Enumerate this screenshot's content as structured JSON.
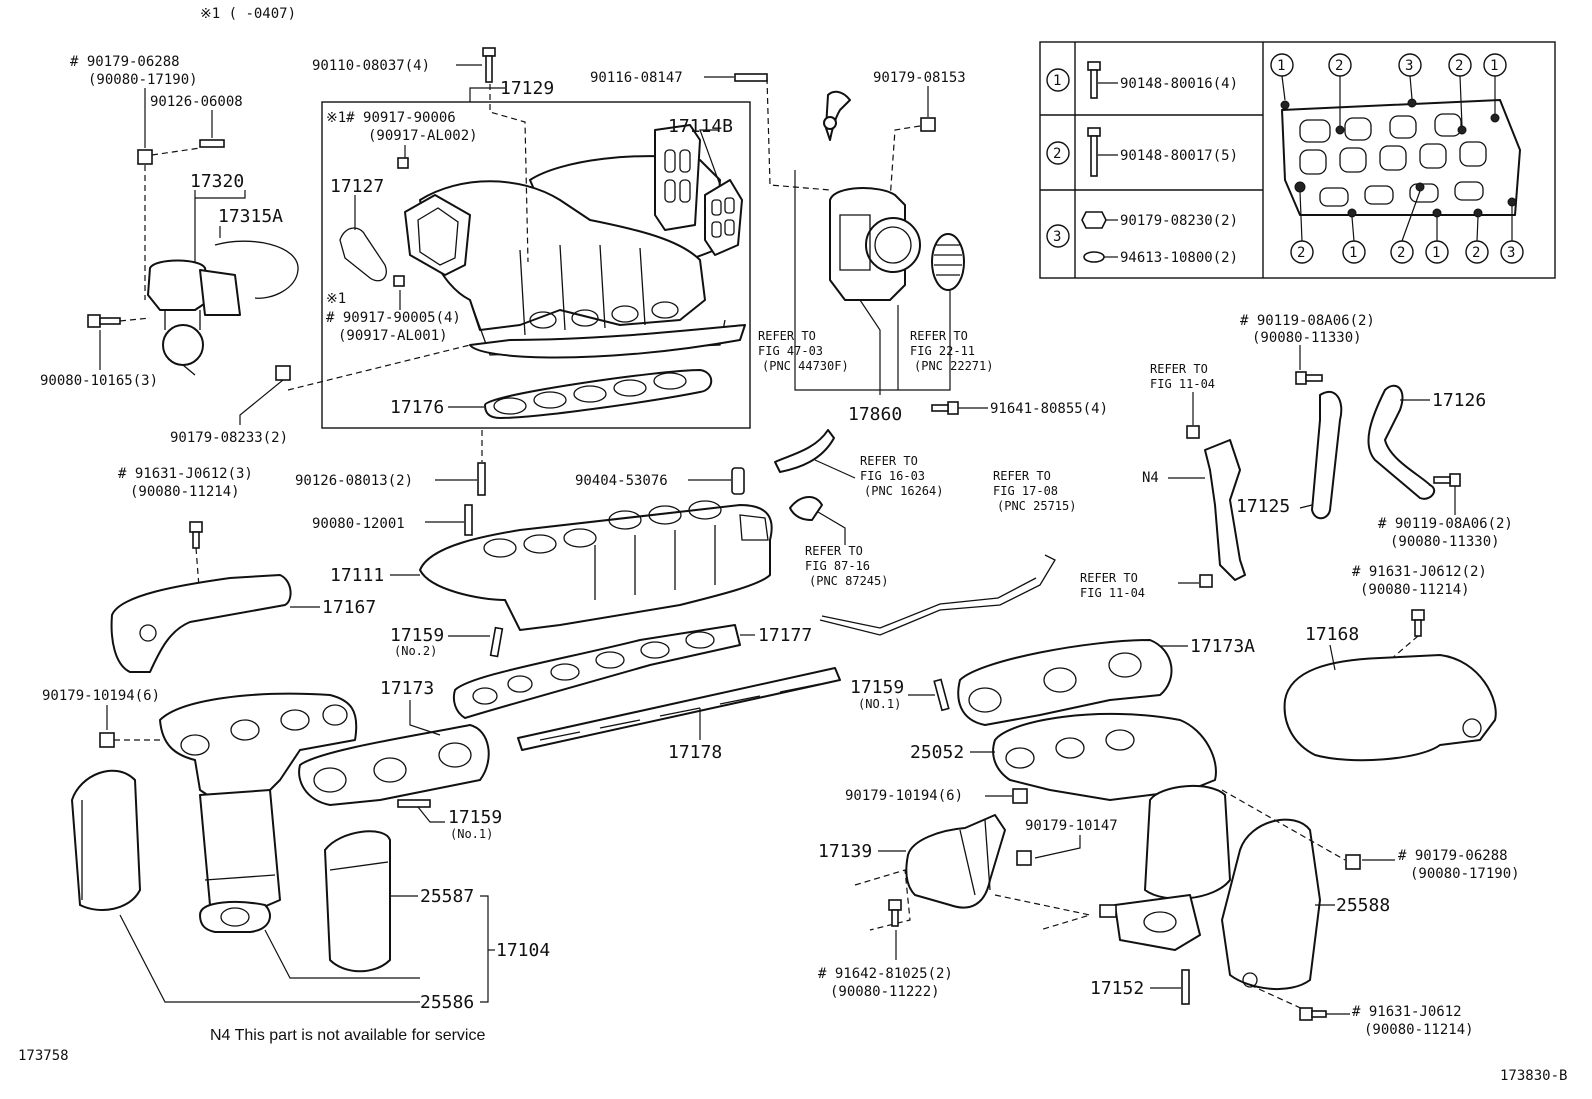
{
  "header_note": "※1 (      -0407)",
  "footer_note": "N4  This part is not available for service",
  "ref_left": "173758",
  "ref_right": "173830-B",
  "labels": {
    "p17129": "17129",
    "p90110_08037": "90110-08037(4)",
    "p90116_08147": "90116-08147",
    "p90179_08153": "90179-08153",
    "p17114B": "17114B",
    "p90917_90006": "※1# 90917-90006",
    "p90917_AL002": "(90917-AL002)",
    "p17127": "17127",
    "x1": "※1",
    "p90917_90005": "# 90917-90005(4)",
    "p90917_AL001": "(90917-AL001)",
    "p17176": "17176",
    "p90179_06288_a": "# 90179-06288",
    "p90080_17190_a": "(90080-17190)",
    "p90126_06008": "90126-06008",
    "p17320": "17320",
    "p17315A": "17315A",
    "p90080_10165": "90080-10165(3)",
    "p90179_08233": "90179-08233(2)",
    "ref47_1": "REFER TO",
    "ref47_2": "FIG 47-03",
    "ref47_3": "(PNC 44730F)",
    "ref22_1": "REFER TO",
    "ref22_2": "FIG 22-11",
    "ref22_3": "(PNC 22271)",
    "p17860": "17860",
    "p91641_80855": "91641-80855(4)",
    "p90126_08013": "90126-08013(2)",
    "p90404_53076": "90404-53076",
    "ref16_1": "REFER TO",
    "ref16_2": "FIG 16-03",
    "ref16_3": "(PNC 16264)",
    "p90080_12001": "90080-12001",
    "ref17_1": "REFER TO",
    "ref17_2": "FIG 17-08",
    "ref17_3": "(PNC 25715)",
    "ref87_1": "REFER TO",
    "ref87_2": "FIG 87-16",
    "ref87_3": "(PNC 87245)",
    "p91631_J0612_3": "# 91631-J0612(3)",
    "p90080_11214_a": "(90080-11214)",
    "p17111": "17111",
    "p17167": "17167",
    "p17159_no2": "17159",
    "no2": "(No.2)",
    "p17177": "17177",
    "p90179_10194_a": "90179-10194(6)",
    "p17173": "17173",
    "p17178": "17178",
    "p17159_no1_a": "17159",
    "no1_a": "(No.1)",
    "p25587": "25587",
    "p17104": "17104",
    "p25586": "25586",
    "ref11a_1": "REFER TO",
    "ref11a_2": "FIG 11-04",
    "n4": "N4",
    "ref11b_1": "REFER TO",
    "ref11b_2": "FIG 11-04",
    "p90119_a": "# 90119-08A06(2)",
    "p90080_11330_a": "(90080-11330)",
    "p17126": "17126",
    "p17125": "17125",
    "p90119_b": "# 90119-08A06(2)",
    "p90080_11330_b": "(90080-11330)",
    "p91631_J0612_2": "# 91631-J0612(2)",
    "p90080_11214_b": "(90080-11214)",
    "p17168": "17168",
    "p17173A": "17173A",
    "p17159_no1_b": "17159",
    "no1_b": "(NO.1)",
    "p25052": "25052",
    "p90179_10194_b": "90179-10194(6)",
    "p90179_10147": "90179-10147",
    "p17139": "17139",
    "p90179_06288_b": "# 90179-06288",
    "p90080_17190_b": "(90080-17190)",
    "p25588": "25588",
    "p91642_81025": "# 91642-81025(2)",
    "p90080_11222": "(90080-11222)",
    "p17152": "17152",
    "p91631_J0612": "# 91631-J0612",
    "p90080_11214_c": "(90080-11214)"
  },
  "bolt_legend": {
    "rows": [
      {
        "num": "1",
        "items": [
          "90148-80016(4)"
        ]
      },
      {
        "num": "2",
        "items": [
          "90148-80017(5)"
        ]
      },
      {
        "num": "3",
        "items": [
          "90179-08230(2)",
          "94613-10800(2)"
        ]
      }
    ],
    "gasket_top_callouts": [
      "1",
      "2",
      "3",
      "2",
      "1"
    ],
    "gasket_bottom_callouts": [
      "2",
      "1",
      "2",
      "1",
      "2",
      "3"
    ]
  }
}
